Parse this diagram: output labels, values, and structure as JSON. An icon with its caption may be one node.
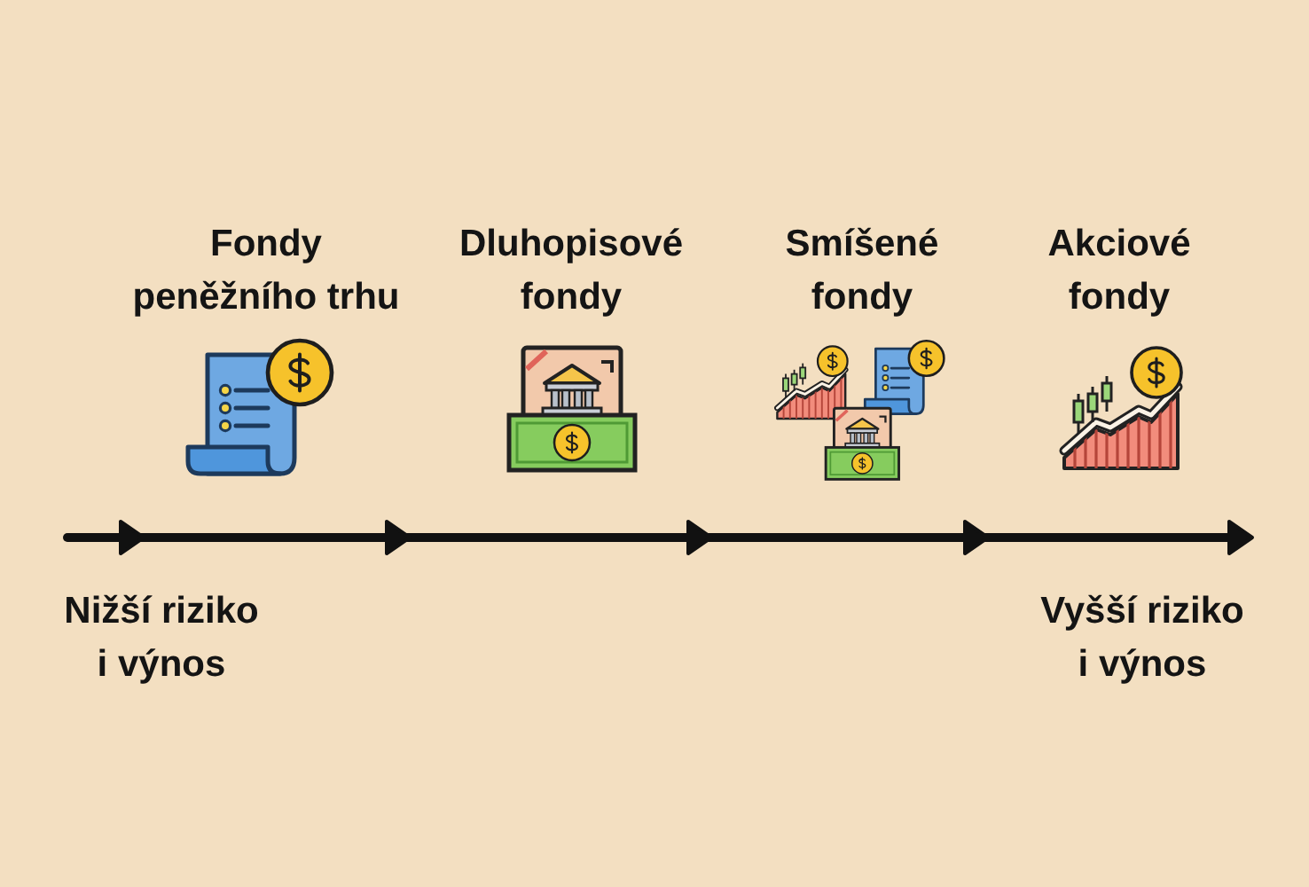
{
  "diagram": {
    "labels": [
      "Fondy peněžního trhu",
      "Dluhopisové fondy",
      "Smíšené fondy",
      "Akciové fondy",
      "Nižší riziko i výnos",
      "Vyšší riziko i výnos"
    ]
  }
}
